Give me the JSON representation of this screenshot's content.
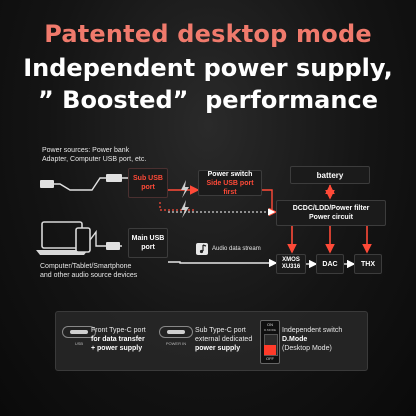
{
  "headings": {
    "line1": "Patented desktop mode",
    "line2": "Independent power supply,",
    "line3": "” Boosted”  performance"
  },
  "diagram": {
    "power_sources_line1": "Power sources: Power bank",
    "power_sources_line2": "Adapter, Computer USB port, etc.",
    "sub_usb_line1": "Sub USB",
    "sub_usb_line2": "port",
    "power_switch_line1": "Power switch",
    "power_switch_line2": "Side USB port first",
    "battery": "battery",
    "dcdc_line1": "DCDC/LDD/Power filter",
    "dcdc_line2": "Power circuit",
    "main_usb_line1": "Main USB",
    "main_usb_line2": "port",
    "audio_stream": "Audio data stream",
    "chip_line1": "XMOS",
    "chip_line2": "XU316",
    "dac": "DAC",
    "thx": "THX",
    "devices_line1": "Computer/Tablet/Smartphone",
    "devices_line2": "and other audio source devices"
  },
  "legend": {
    "front_port_caption": "USB",
    "front_line1": "Front Type-C port",
    "front_line2": "for data transfer",
    "front_line3": "+ power supply",
    "sub_port_caption": "POWER IN",
    "sub_line1": "Sub Type-C port",
    "sub_line2": "external dedicated",
    "sub_line3": "power supply",
    "switch_on": "ON",
    "switch_mode": "D.MODE",
    "switch_off": "OFF",
    "switch_line1": "Independent switch",
    "switch_line2": "D.Mode",
    "switch_line3": "(Desktop Mode)"
  },
  "colors": {
    "accent_red": "#ff4a38",
    "heading_salmon": "#f07a6c"
  }
}
